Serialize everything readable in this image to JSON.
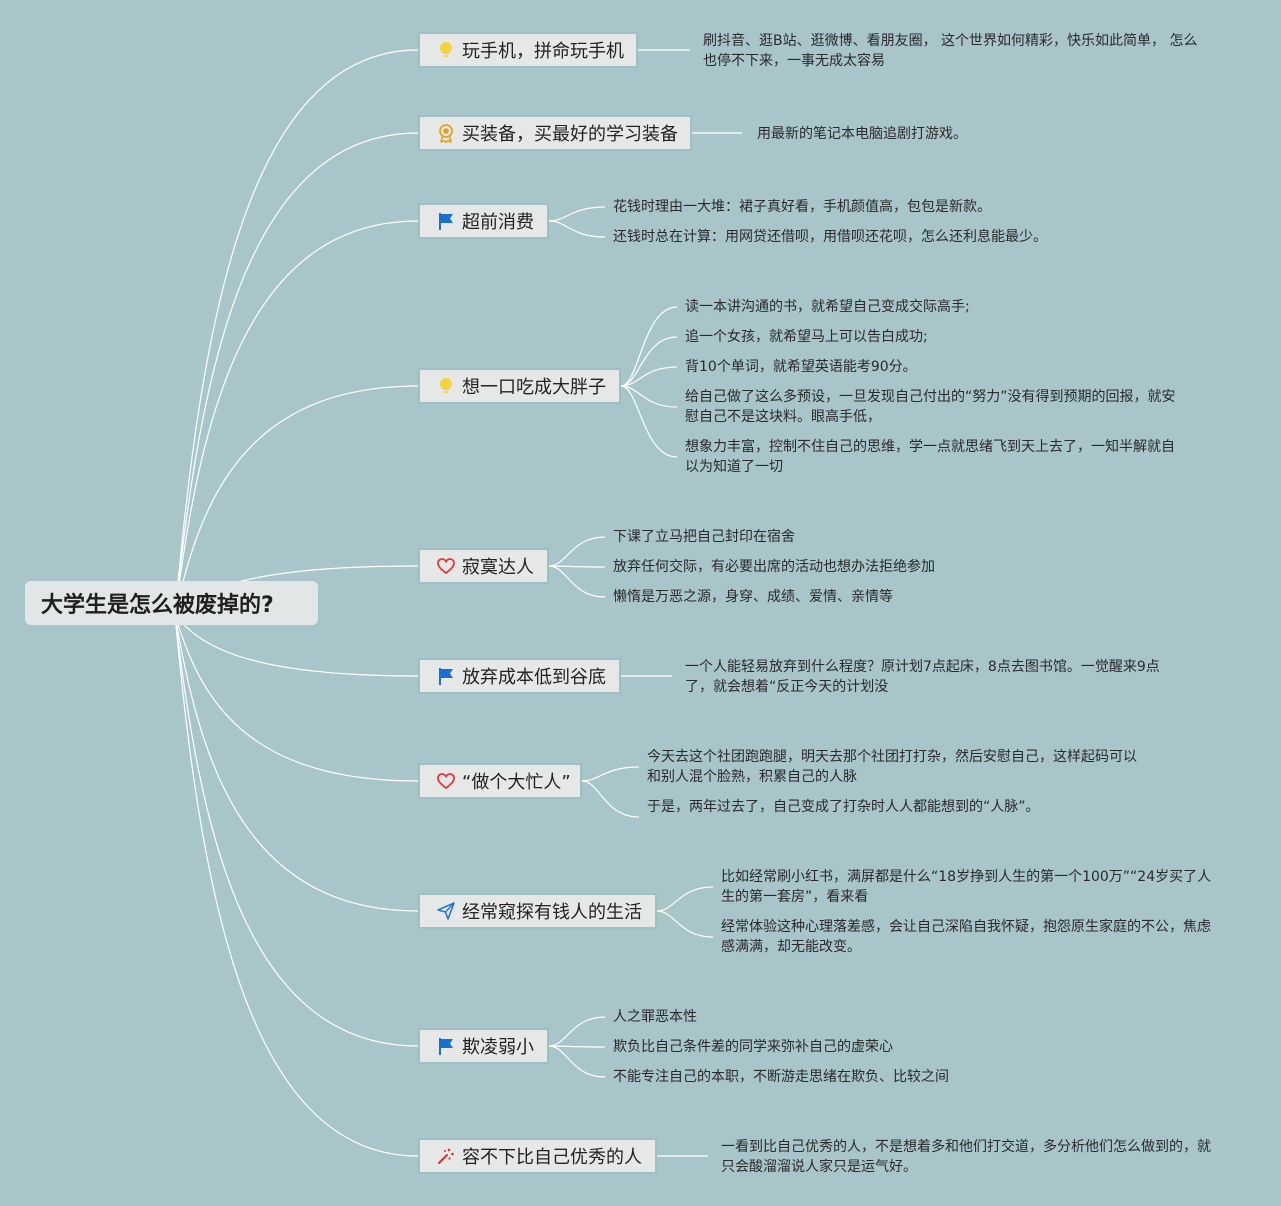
{
  "root": {
    "label": "大学生是怎么被废掉的?"
  },
  "branches": [
    {
      "label": "玩手机，拼命玩手机",
      "icon": "bulb-icon",
      "leaves": [
        "刷抖音、逛B站、逛微博、看朋友圈， 这个世界如何精彩，快乐如此简单， 怎么也停不下来，一事无成太容易"
      ]
    },
    {
      "label": "买装备，买最好的学习装备",
      "icon": "medal-icon",
      "leaves": [
        "用最新的笔记本电脑追剧打游戏。"
      ]
    },
    {
      "label": "超前消费",
      "icon": "flag-icon",
      "leaves": [
        "花钱时理由一大堆：裙子真好看，手机颜值高，包包是新款。",
        "还钱时总在计算：用网贷还借呗，用借呗还花呗，怎么还利息能最少。"
      ]
    },
    {
      "label": "想一口吃成大胖子",
      "icon": "bulb-icon",
      "leaves": [
        "读一本讲沟通的书，就希望自己变成交际高手;",
        "追一个女孩，就希望马上可以告白成功;",
        "背10个单词，就希望英语能考90分。",
        "给自己做了这么多预设，一旦发现自己付出的“努力”没有得到预期的回报，就安慰自己不是这块料。眼高手低，",
        "想象力丰富，控制不住自己的思维，学一点就思绪飞到天上去了，一知半解就自以为知道了一切"
      ]
    },
    {
      "label": "寂寞达人",
      "icon": "heart-icon",
      "leaves": [
        "下课了立马把自己封印在宿舍",
        "放弃任何交际，有必要出席的活动也想办法拒绝参加",
        "懒惰是万恶之源，身穿、成绩、爱情、亲情等"
      ]
    },
    {
      "label": "放弃成本低到谷底",
      "icon": "flag-icon",
      "leaves": [
        "一个人能轻易放弃到什么程度？原计划7点起床，8点去图书馆。一觉醒来9点了，就会想着“反正今天的计划没"
      ]
    },
    {
      "label": "“做个大忙人”",
      "icon": "heart-icon",
      "leaves": [
        "今天去这个社团跑跑腿，明天去那个社团打打杂，然后安慰自己，这样起码可以和别人混个脸熟，积累自己的人脉",
        "于是，两年过去了，自己变成了打杂时人人都能想到的“人脉”。"
      ]
    },
    {
      "label": "经常窥探有钱人的生活",
      "icon": "paper-plane-icon",
      "leaves": [
        "比如经常刷小红书，满屏都是什么“18岁挣到人生的第一个100万”“24岁买了人生的第一套房”，看来看",
        "经常体验这种心理落差感，会让自己深陷自我怀疑，抱怨原生家庭的不公，焦虑感满满，却无能改变。"
      ]
    },
    {
      "label": "欺凌弱小",
      "icon": "flag-icon",
      "leaves": [
        "人之罪恶本性",
        "欺负比自己条件差的同学来弥补自己的虚荣心",
        "不能专注自己的本职，不断游走思绪在欺负、比较之间"
      ]
    },
    {
      "label": "容不下比自己优秀的人",
      "icon": "sparkle-icon",
      "leaves": [
        "一看到比自己优秀的人，不是想着多和他们打交道，多分析他们怎么做到的，就只会酸溜溜说人家只是运气好。"
      ]
    }
  ],
  "colors": {
    "background": "#a8c5ca",
    "link": "#ffffff",
    "flag": "#1a6fd0",
    "bulb": "#f5d33a",
    "heart": "#e0393b",
    "plane": "#2a74d4",
    "sparkle": "#d8352f",
    "medal": "#e6a21f"
  }
}
